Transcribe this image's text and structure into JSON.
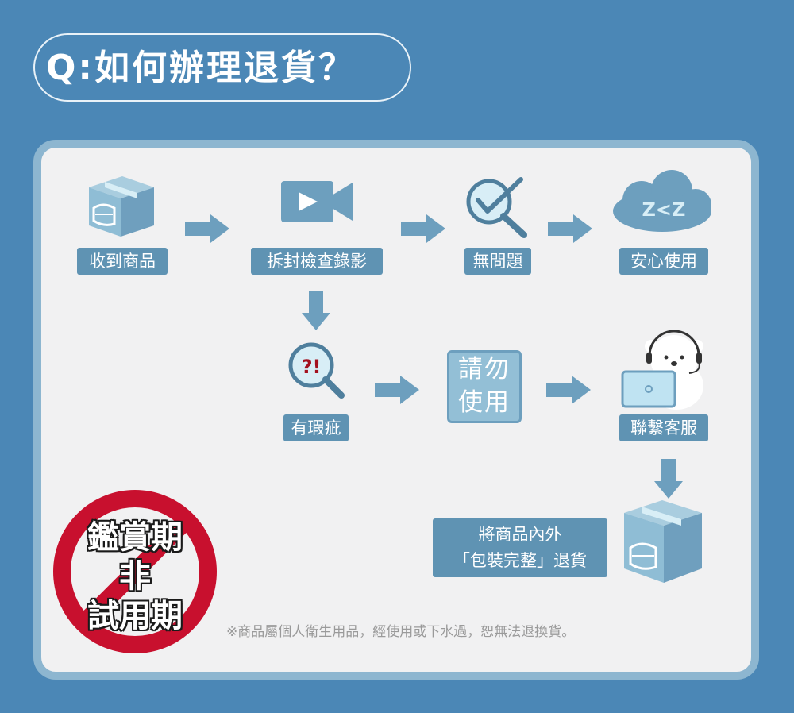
{
  "title": "Q:如何辦理退貨？",
  "steps": {
    "receive": "收到商品",
    "unbox": "拆封檢查錄影",
    "no_problem": "無問題",
    "use": "安心使用",
    "defect": "有瑕疵",
    "contact": "聯繫客服"
  },
  "do_not_use": {
    "line1": "請勿",
    "line2": "使用"
  },
  "return_note": {
    "line1": "將商品內外",
    "line2": "「包裝完整」退貨"
  },
  "stamp": {
    "line1": "鑑賞期",
    "line2": "非",
    "line3": "試用期"
  },
  "defect_icon_text": "?!",
  "sleep_icon_text": "Z<Z",
  "footnote": "※商品屬個人衛生用品，經使用或下水過，恕無法退換貨。",
  "colors": {
    "background": "#4b87b6",
    "panel": "#f1f1f2",
    "label": "#5f93b3",
    "arrow": "#6d9fbe",
    "stamp_red": "#c8102e"
  },
  "icons": {
    "box": "package-icon",
    "camera": "video-camera-icon",
    "check": "check-magnifier-icon",
    "cloud": "sleep-cloud-icon",
    "question": "question-magnifier-icon",
    "agent": "customer-service-bear-icon"
  }
}
